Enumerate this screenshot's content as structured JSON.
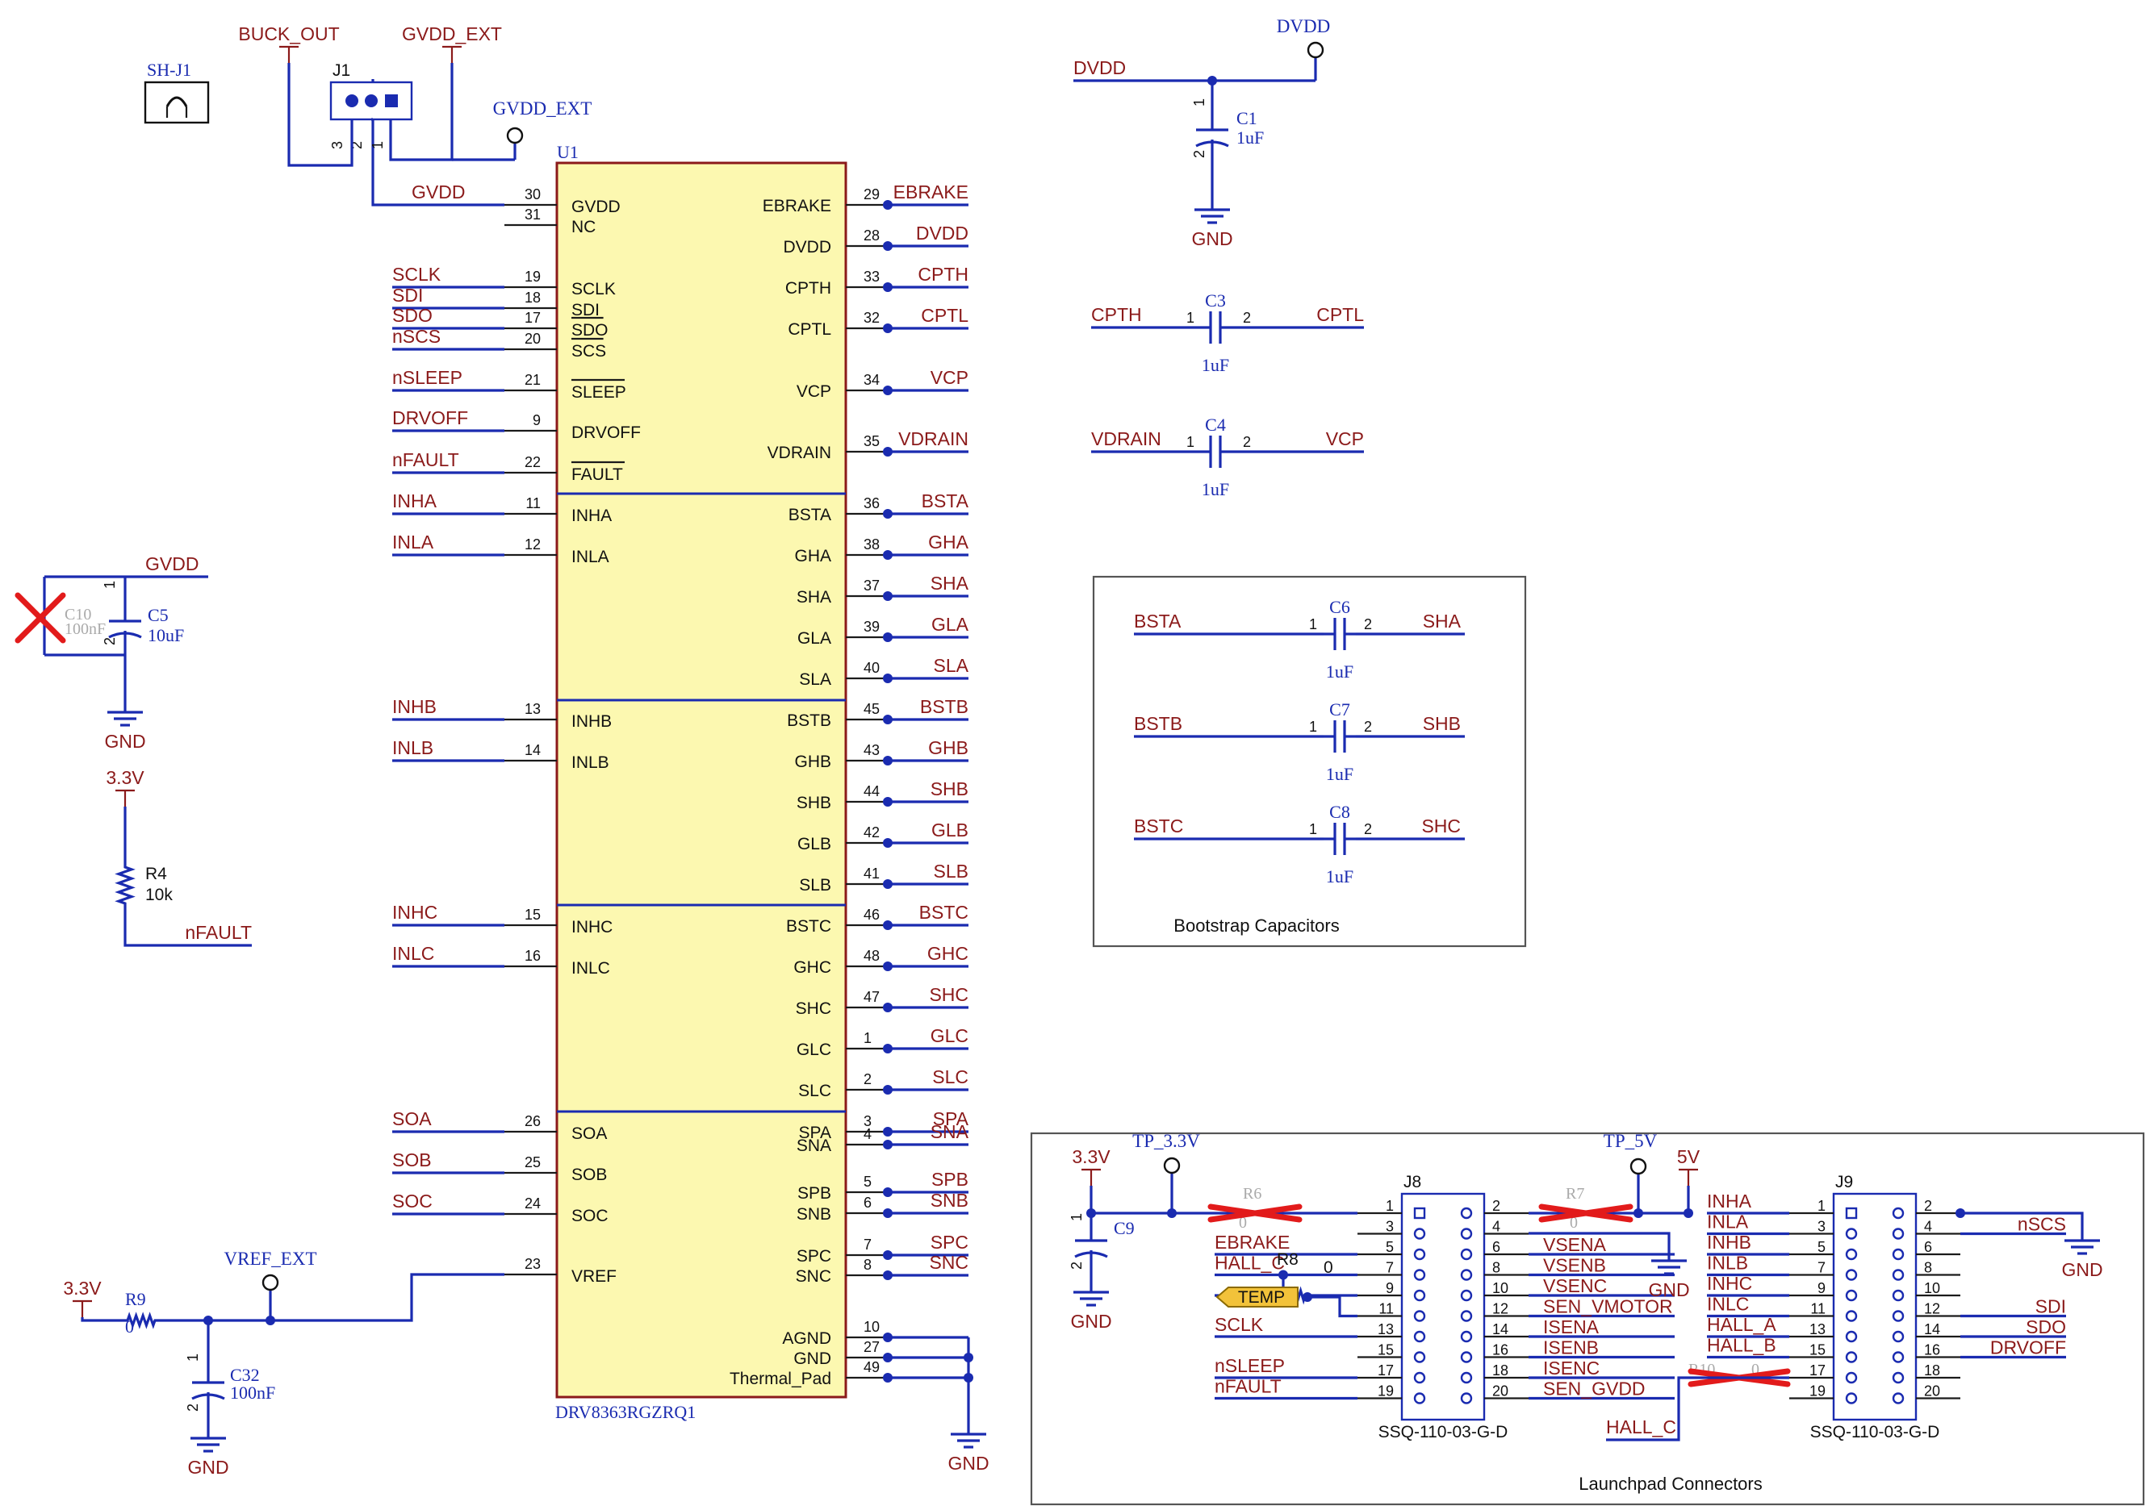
{
  "u1": {
    "ref": "U1",
    "part": "DRV8363RGZRQ1",
    "left_nets": [
      "GVDD",
      "SCLK",
      "SDI",
      "SDO",
      "nSCS",
      "nSLEEP",
      "DRVOFF",
      "nFAULT",
      "INHA",
      "INLA",
      "INHB",
      "INLB",
      "INHC",
      "INLC",
      "SOA",
      "SOB",
      "SOC"
    ],
    "left_pins": [
      {
        "num": "30",
        "label": "GVDD"
      },
      {
        "num": "31",
        "label": "NC"
      },
      {
        "num": "19",
        "label": "SCLK"
      },
      {
        "num": "18",
        "label": "SDI"
      },
      {
        "num": "17",
        "label": "SDO"
      },
      {
        "num": "20",
        "label": "SCS"
      },
      {
        "num": "21",
        "label": "SLEEP"
      },
      {
        "num": "9",
        "label": "DRVOFF"
      },
      {
        "num": "22",
        "label": "FAULT"
      },
      {
        "num": "11",
        "label": "INHA"
      },
      {
        "num": "12",
        "label": "INLA"
      },
      {
        "num": "13",
        "label": "INHB"
      },
      {
        "num": "14",
        "label": "INLB"
      },
      {
        "num": "15",
        "label": "INHC"
      },
      {
        "num": "16",
        "label": "INLC"
      },
      {
        "num": "26",
        "label": "SOA"
      },
      {
        "num": "25",
        "label": "SOB"
      },
      {
        "num": "24",
        "label": "SOC"
      },
      {
        "num": "23",
        "label": "VREF"
      }
    ],
    "right_pins": [
      {
        "num": "29",
        "label": "EBRAKE",
        "net": "EBRAKE"
      },
      {
        "num": "28",
        "label": "DVDD",
        "net": "DVDD"
      },
      {
        "num": "33",
        "label": "CPTH",
        "net": "CPTH"
      },
      {
        "num": "32",
        "label": "CPTL",
        "net": "CPTL"
      },
      {
        "num": "34",
        "label": "VCP",
        "net": "VCP"
      },
      {
        "num": "35",
        "label": "VDRAIN",
        "net": "VDRAIN"
      },
      {
        "num": "36",
        "label": "BSTA",
        "net": "BSTA"
      },
      {
        "num": "38",
        "label": "GHA",
        "net": "GHA"
      },
      {
        "num": "37",
        "label": "SHA",
        "net": "SHA"
      },
      {
        "num": "39",
        "label": "GLA",
        "net": "GLA"
      },
      {
        "num": "40",
        "label": "SLA",
        "net": "SLA"
      },
      {
        "num": "45",
        "label": "BSTB",
        "net": "BSTB"
      },
      {
        "num": "43",
        "label": "GHB",
        "net": "GHB"
      },
      {
        "num": "44",
        "label": "SHB",
        "net": "SHB"
      },
      {
        "num": "42",
        "label": "GLB",
        "net": "GLB"
      },
      {
        "num": "41",
        "label": "SLB",
        "net": "SLB"
      },
      {
        "num": "46",
        "label": "BSTC",
        "net": "BSTC"
      },
      {
        "num": "48",
        "label": "GHC",
        "net": "GHC"
      },
      {
        "num": "47",
        "label": "SHC",
        "net": "SHC"
      },
      {
        "num": "1",
        "label": "GLC",
        "net": "GLC"
      },
      {
        "num": "2",
        "label": "SLC",
        "net": "SLC"
      },
      {
        "num": "3",
        "label": "SPA",
        "net": "SPA"
      },
      {
        "num": "4",
        "label": "SNA",
        "net": "SNA"
      },
      {
        "num": "5",
        "label": "SPB",
        "net": "SPB"
      },
      {
        "num": "6",
        "label": "SNB",
        "net": "SNB"
      },
      {
        "num": "7",
        "label": "SPC",
        "net": "SPC"
      },
      {
        "num": "8",
        "label": "SNC",
        "net": "SNC"
      },
      {
        "num": "10",
        "label": "AGND",
        "net": ""
      },
      {
        "num": "27",
        "label": "GND",
        "net": ""
      },
      {
        "num": "49",
        "label": "Thermal_Pad",
        "net": ""
      }
    ]
  },
  "j1": {
    "ref": "J1",
    "shunt": "SH-J1",
    "nets": [
      "BUCK_OUT",
      "GVDD_EXT"
    ],
    "pins": [
      "3",
      "2",
      "1"
    ],
    "testpoint": "GVDD_EXT"
  },
  "gvdd_caps": {
    "net": "GVDD",
    "c5_ref": "C5",
    "c5_val": "10uF",
    "c10_ref": "C10",
    "c10_val": "100nF",
    "gnd": "GND",
    "pins": [
      "1",
      "2"
    ]
  },
  "fault_pullup": {
    "rail": "3.3V",
    "ref": "R4",
    "val": "10k",
    "net": "nFAULT"
  },
  "vref": {
    "rail": "3.3V",
    "r_ref": "R9",
    "r_val": "0",
    "tp": "VREF_EXT",
    "c_ref": "C32",
    "c_val": "100nF",
    "gnd": "GND",
    "pins": [
      "1",
      "2"
    ]
  },
  "dvdd_cap": {
    "net": "DVDD",
    "tp": "DVDD",
    "ref": "C1",
    "val": "1uF",
    "gnd": "GND",
    "pins": [
      "1",
      "2"
    ]
  },
  "c3": {
    "ref": "C3",
    "val": "1uF",
    "left": "CPTH",
    "right": "CPTL",
    "pins": [
      "1",
      "2"
    ]
  },
  "c4": {
    "ref": "C4",
    "val": "1uF",
    "left": "VDRAIN",
    "right": "VCP",
    "pins": [
      "1",
      "2"
    ]
  },
  "bootstrap": {
    "title": "Bootstrap Capacitors",
    "caps": [
      {
        "ref": "C6",
        "val": "1uF",
        "left": "BSTA",
        "right": "SHA"
      },
      {
        "ref": "C7",
        "val": "1uF",
        "left": "BSTB",
        "right": "SHB"
      },
      {
        "ref": "C8",
        "val": "1uF",
        "left": "BSTC",
        "right": "SHC"
      }
    ],
    "pins": [
      "1",
      "2"
    ]
  },
  "u1_gnd": "GND",
  "launchpad": {
    "title": "Launchpad Connectors",
    "tp33": "TP_3.3V",
    "tp5": "TP_5V",
    "rail33": "3.3V",
    "rail5": "5V",
    "c9": "C9",
    "gnd": "GND",
    "r6": {
      "ref": "R6",
      "val": "0"
    },
    "r7": {
      "ref": "R7",
      "val": "0"
    },
    "r8": {
      "ref": "R8",
      "val": "0"
    },
    "r10": {
      "ref": "R10",
      "val": "0"
    },
    "temp": "TEMP",
    "j8": {
      "ref": "J8",
      "part": "SSQ-110-03-G-D",
      "left_nums": [
        "1",
        "3",
        "5",
        "7",
        "9",
        "11",
        "13",
        "15",
        "17",
        "19"
      ],
      "right_nums": [
        "2",
        "4",
        "6",
        "8",
        "10",
        "12",
        "14",
        "16",
        "18",
        "20"
      ],
      "left_nets": [
        "",
        "",
        "EBRAKE",
        "HALL_C",
        "",
        "",
        "SCLK",
        "",
        "nSLEEP",
        "nFAULT"
      ],
      "right_nets": [
        "",
        "",
        "VSENA",
        "VSENB",
        "VSENC",
        "SEN_VMOTOR",
        "ISENA",
        "ISENB",
        "ISENC",
        "SEN_GVDD"
      ]
    },
    "j9": {
      "ref": "J9",
      "part": "SSQ-110-03-G-D",
      "left_nums": [
        "1",
        "3",
        "5",
        "7",
        "9",
        "11",
        "13",
        "15",
        "17",
        "19"
      ],
      "right_nums": [
        "2",
        "4",
        "6",
        "8",
        "10",
        "12",
        "14",
        "16",
        "18",
        "20"
      ],
      "left_nets": [
        "INHA",
        "INLA",
        "INHB",
        "INLB",
        "INHC",
        "INLC",
        "HALL_A",
        "HALL_B",
        "",
        ""
      ],
      "right_nets": [
        "",
        "nSCS",
        "",
        "",
        "",
        "SDI",
        "SDO",
        "DRVOFF",
        "",
        ""
      ]
    },
    "hall_c": "HALL_C"
  }
}
